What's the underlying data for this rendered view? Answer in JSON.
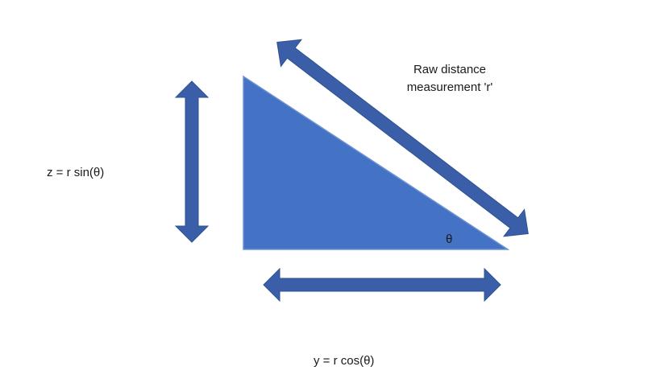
{
  "labels": {
    "hypotenuse_line1": "Raw distance",
    "hypotenuse_line2": "measurement 'r'",
    "vertical": "z = r sin(θ)",
    "horizontal": "y = r cos(θ)",
    "angle": "θ"
  },
  "colors": {
    "triangle_fill": "#4472c4",
    "arrow_fill": "#3a5fa8",
    "arrow_stroke": "#2f528f",
    "text": "#1a1a1a"
  }
}
